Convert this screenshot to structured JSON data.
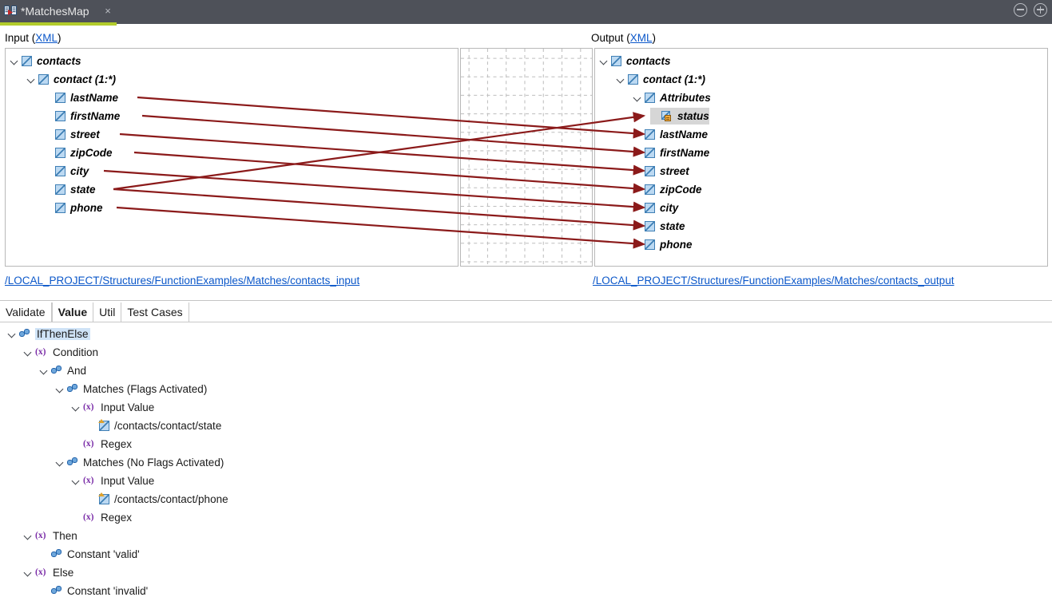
{
  "window": {
    "tab_title": "*MatchesMap",
    "tab_icon": "map-icon",
    "close_icon": "×",
    "minimize_label": "minimize",
    "maximize_label": "maximize",
    "accent_color": "#b2cc2b",
    "titlebar_color": "#4e5159"
  },
  "map": {
    "input": {
      "label_prefix": "Input (",
      "label_link": "XML",
      "label_suffix": ")",
      "path": "/LOCAL_PROJECT/Structures/FunctionExamples/Matches/contacts_input",
      "nodes": [
        {
          "label": "contacts",
          "depth": 0,
          "icon": "element-icon",
          "expander": true,
          "selected": false
        },
        {
          "label": "contact (1:*)",
          "depth": 1,
          "icon": "element-icon",
          "expander": true,
          "selected": false
        },
        {
          "label": "lastName",
          "depth": 2,
          "icon": "element-icon",
          "expander": false,
          "selected": false
        },
        {
          "label": "firstName",
          "depth": 2,
          "icon": "element-icon",
          "expander": false,
          "selected": false
        },
        {
          "label": "street",
          "depth": 2,
          "icon": "element-icon",
          "expander": false,
          "selected": false
        },
        {
          "label": "zipCode",
          "depth": 2,
          "icon": "element-icon",
          "expander": false,
          "selected": false
        },
        {
          "label": "city",
          "depth": 2,
          "icon": "element-icon",
          "expander": false,
          "selected": false
        },
        {
          "label": "state",
          "depth": 2,
          "icon": "element-icon",
          "expander": false,
          "selected": false
        },
        {
          "label": "phone",
          "depth": 2,
          "icon": "element-icon",
          "expander": false,
          "selected": false
        }
      ]
    },
    "output": {
      "label_prefix": "Output (",
      "label_link": "XML",
      "label_suffix": ")",
      "path": "/LOCAL_PROJECT/Structures/FunctionExamples/Matches/contacts_output",
      "nodes": [
        {
          "label": "contacts",
          "depth": 0,
          "icon": "element-icon",
          "expander": true,
          "selected": false
        },
        {
          "label": "contact (1:*)",
          "depth": 1,
          "icon": "element-icon",
          "expander": true,
          "selected": false
        },
        {
          "label": "Attributes",
          "depth": 2,
          "icon": "element-icon",
          "expander": true,
          "selected": false
        },
        {
          "label": "status",
          "depth": 3,
          "icon": "attribute-icon",
          "expander": false,
          "selected": true
        },
        {
          "label": "lastName",
          "depth": 2,
          "icon": "element-icon",
          "expander": false,
          "selected": false
        },
        {
          "label": "firstName",
          "depth": 2,
          "icon": "element-icon",
          "expander": false,
          "selected": false
        },
        {
          "label": "street",
          "depth": 2,
          "icon": "element-icon",
          "expander": false,
          "selected": false
        },
        {
          "label": "zipCode",
          "depth": 2,
          "icon": "element-icon",
          "expander": false,
          "selected": false
        },
        {
          "label": "city",
          "depth": 2,
          "icon": "element-icon",
          "expander": false,
          "selected": false
        },
        {
          "label": "state",
          "depth": 2,
          "icon": "element-icon",
          "expander": false,
          "selected": false
        },
        {
          "label": "phone",
          "depth": 2,
          "icon": "element-icon",
          "expander": false,
          "selected": false
        }
      ]
    },
    "connection_color": "#8b1a1a",
    "grid_color": "#bdbdbd",
    "connections": [
      {
        "from": "lastName",
        "to": "lastName"
      },
      {
        "from": "firstName",
        "to": "firstName"
      },
      {
        "from": "street",
        "to": "street"
      },
      {
        "from": "zipCode",
        "to": "zipCode"
      },
      {
        "from": "city",
        "to": "city"
      },
      {
        "from": "state",
        "to": "status"
      },
      {
        "from": "state",
        "to": "state"
      },
      {
        "from": "phone",
        "to": "phone"
      }
    ]
  },
  "lower": {
    "tabs": [
      {
        "label": "Validate",
        "active": false
      },
      {
        "label": "Value",
        "active": true
      },
      {
        "label": "Util",
        "active": false
      },
      {
        "label": "Test Cases",
        "active": false
      }
    ],
    "tree": [
      {
        "label": "IfThenElse",
        "depth": 0,
        "icon": "function-icon",
        "expander": true,
        "selected": true
      },
      {
        "label": "Condition",
        "depth": 1,
        "icon": "expression-icon",
        "expander": true,
        "selected": false
      },
      {
        "label": "And",
        "depth": 2,
        "icon": "function-icon",
        "expander": true,
        "selected": false
      },
      {
        "label": "Matches (Flags Activated)",
        "depth": 3,
        "icon": "function-icon",
        "expander": true,
        "selected": false
      },
      {
        "label": "Input Value",
        "depth": 4,
        "icon": "expression-icon",
        "expander": true,
        "selected": false
      },
      {
        "label": "/contacts/contact/state",
        "depth": 5,
        "icon": "xpath-icon",
        "expander": false,
        "selected": false
      },
      {
        "label": "Regex",
        "depth": 4,
        "icon": "expression-icon",
        "expander": false,
        "selected": false
      },
      {
        "label": "Matches (No Flags Activated)",
        "depth": 3,
        "icon": "function-icon",
        "expander": true,
        "selected": false
      },
      {
        "label": "Input Value",
        "depth": 4,
        "icon": "expression-icon",
        "expander": true,
        "selected": false
      },
      {
        "label": "/contacts/contact/phone",
        "depth": 5,
        "icon": "xpath-icon",
        "expander": false,
        "selected": false
      },
      {
        "label": "Regex",
        "depth": 4,
        "icon": "expression-icon",
        "expander": false,
        "selected": false
      },
      {
        "label": "Then",
        "depth": 1,
        "icon": "expression-icon",
        "expander": true,
        "selected": false
      },
      {
        "label": "Constant 'valid'",
        "depth": 2,
        "icon": "function-icon",
        "expander": false,
        "selected": false
      },
      {
        "label": "Else",
        "depth": 1,
        "icon": "expression-icon",
        "expander": true,
        "selected": false
      },
      {
        "label": "Constant 'invalid'",
        "depth": 2,
        "icon": "function-icon",
        "expander": false,
        "selected": false
      }
    ],
    "expression_glyph": "(x)"
  }
}
